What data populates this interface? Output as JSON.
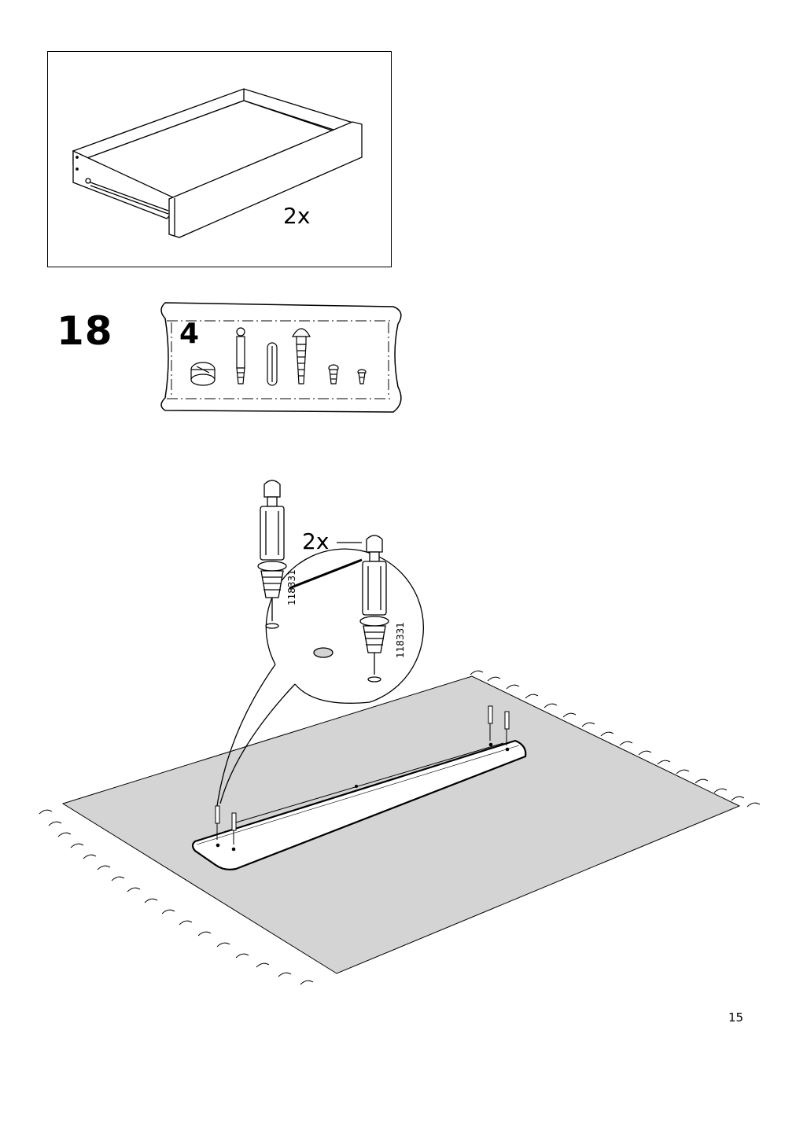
{
  "top_panel": {
    "quantity": "2x"
  },
  "step": {
    "number": "18",
    "parts_bag": {
      "count": "4"
    }
  },
  "detail": {
    "quantity": "2x",
    "part_number_1": "118331",
    "part_number_2": "118331"
  },
  "page": {
    "number": "15"
  },
  "colors": {
    "rug": "#d4d4d4",
    "line": "#000000",
    "paper": "#ffffff"
  }
}
